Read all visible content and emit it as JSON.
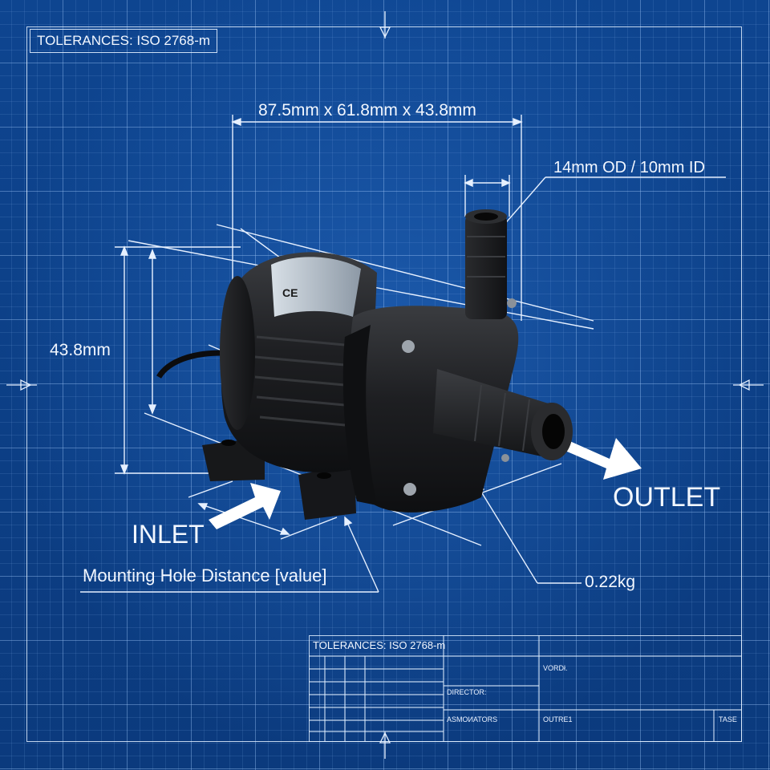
{
  "labels": {
    "tolerances_top": "TOLERANCES: ISO 2768-m",
    "dimension_overall": "87.5mm x 61.8mm x 43.8mm",
    "dimension_nozzle": "14mm OD / 10mm ID",
    "dimension_height": "43.8mm",
    "inlet": "INLET",
    "outlet": "OUTLET",
    "mounting": "Mounting Hole Distance [value]",
    "weight": "0.22kg"
  },
  "title_block": {
    "tolerances": "TOLERANCES: ISO 2768-m",
    "vord": "VORDł.",
    "director": "DIRECTOR:",
    "asmo": "ASMOИATORS",
    "outre": "OUTRE1",
    "tase": "TASE"
  },
  "colors": {
    "background": "#0d3f86",
    "line": "#e6f0ff",
    "pump_body": "#1b1c1e"
  }
}
